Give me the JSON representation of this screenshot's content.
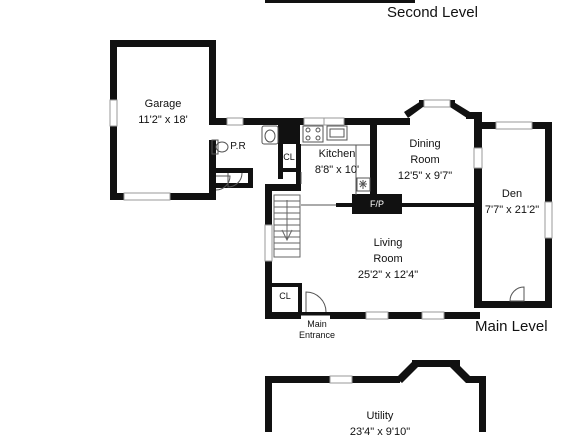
{
  "levels": {
    "second": "Second Level",
    "main": "Main Level"
  },
  "rooms": {
    "garage": {
      "name": "Garage",
      "dims": "11'2\" x 18'"
    },
    "powder": {
      "name": "P.R"
    },
    "closet_kitchen": {
      "name": "CL"
    },
    "kitchen": {
      "name": "Kitchen",
      "dims": "8'8\" x 10'"
    },
    "dining": {
      "name_line1": "Dining",
      "name_line2": "Room",
      "dims": "12'5\" x 9'7\""
    },
    "den": {
      "name": "Den",
      "dims": "7'7\" x 21'2\""
    },
    "fireplace": {
      "name": "F/P"
    },
    "living": {
      "name_line1": "Living",
      "name_line2": "Room",
      "dims": "25'2\" x 12'4\""
    },
    "closet_living": {
      "name": "CL"
    },
    "entrance": {
      "line1": "Main",
      "line2": "Entrance"
    },
    "utility": {
      "name": "Utility",
      "dims": "23'4\" x 9'10\""
    }
  },
  "colors": {
    "wall": "#111111",
    "window": "#9a9a9a",
    "fixture": "#555555"
  }
}
